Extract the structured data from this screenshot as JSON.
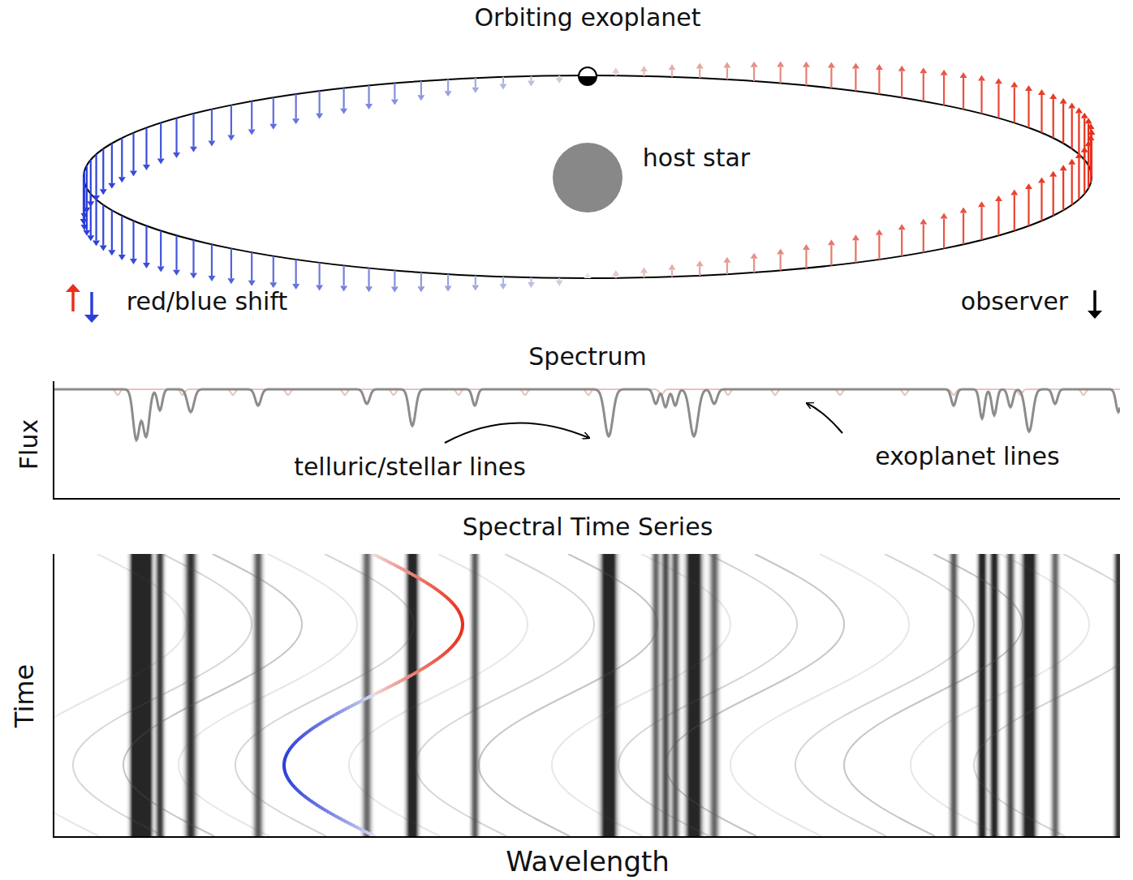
{
  "diagram": {
    "labels": [
      "Orbiting exoplanet",
      "host star",
      "observer",
      "Spectrum",
      "Flux",
      "telluric/stellar lines",
      "exoplanet lines",
      "Spectral Time Series",
      "Time",
      "Wavelength"
    ],
    "legend": [
      {
        "text": "red/blue shift"
      }
    ]
  }
}
